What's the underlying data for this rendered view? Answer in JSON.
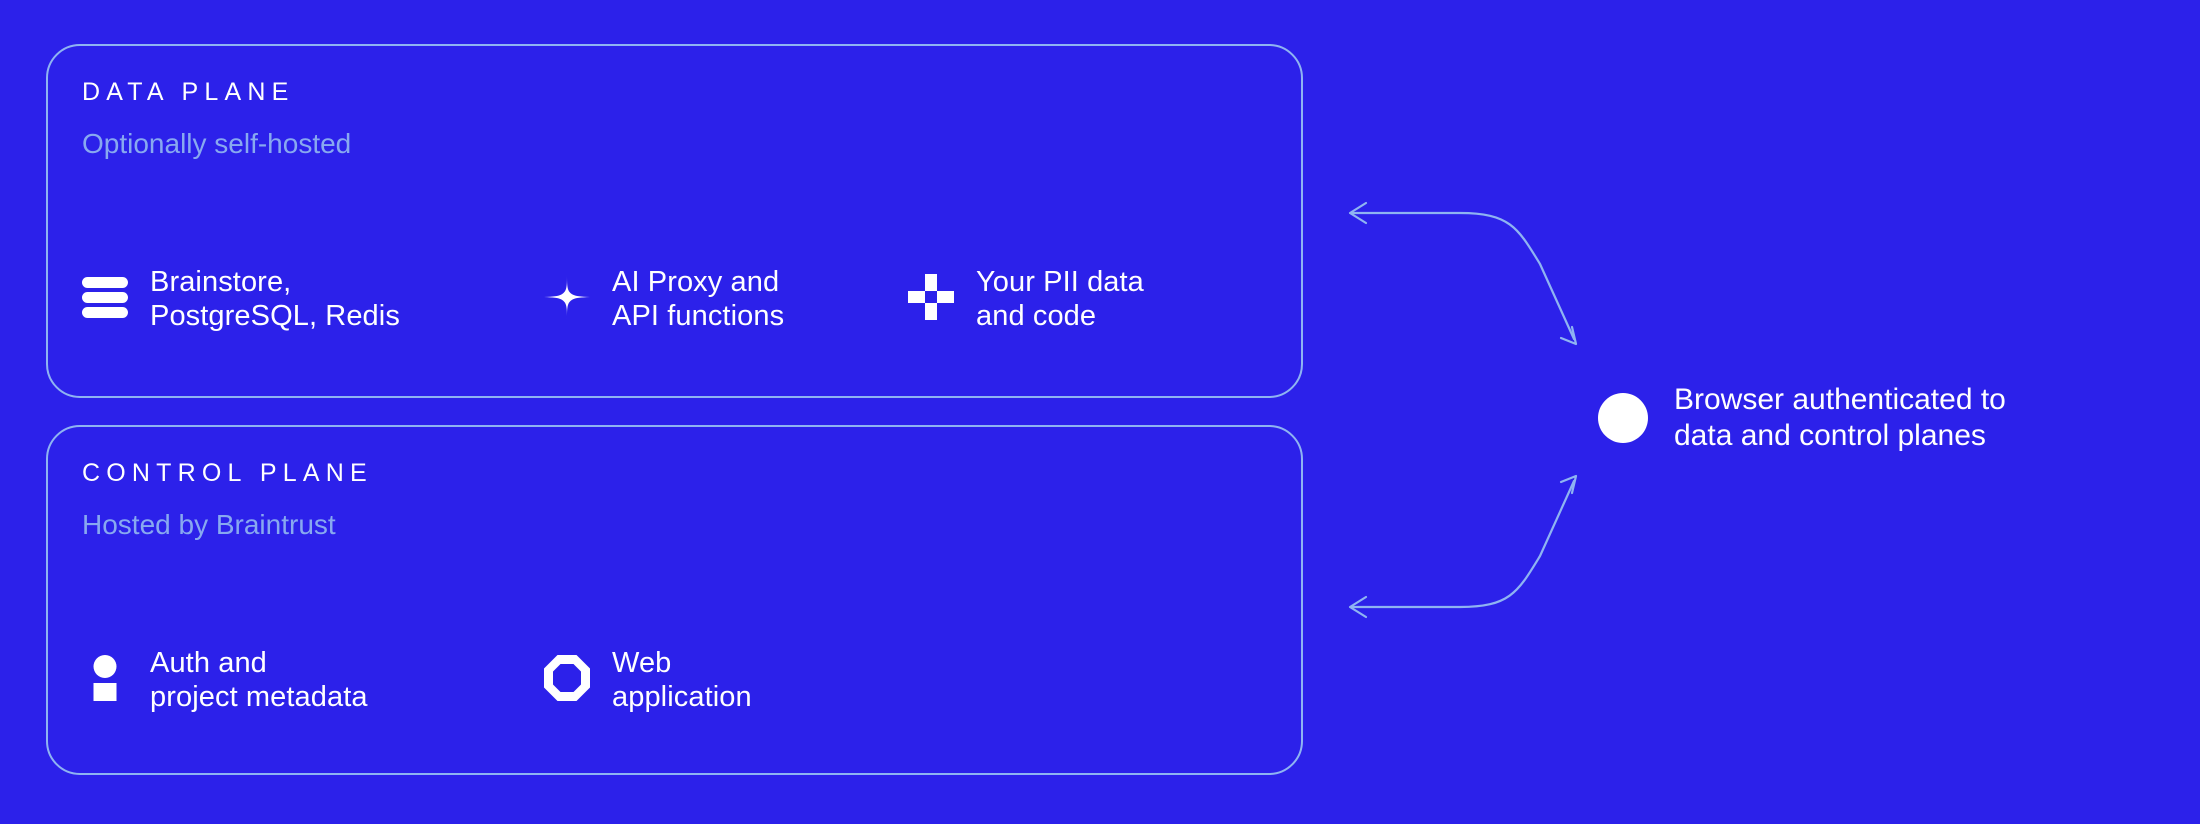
{
  "theme": {
    "background": "#2c21ea",
    "stroke": "#8fb4f2",
    "text_primary": "#ffffff",
    "text_muted": "#88a9f0",
    "icon_fill": "#ffffff"
  },
  "planes": [
    {
      "id": "data-plane",
      "heading": "DATA PLANE",
      "subtitle": "Optionally self-hosted",
      "features": [
        {
          "icon": "stack-bars-icon",
          "label": "Brainstore,\nPostgreSQL, Redis"
        },
        {
          "icon": "sparkle-icon",
          "label": "AI Proxy and\nAPI functions"
        },
        {
          "icon": "plus-cross-icon",
          "label": "Your PII data\nand code"
        }
      ]
    },
    {
      "id": "control-plane",
      "heading": "CONTROL PLANE",
      "subtitle": "Hosted by Braintrust",
      "features": [
        {
          "icon": "person-icon",
          "label": "Auth and\nproject metadata"
        },
        {
          "icon": "octagon-icon",
          "label": "Web\napplication"
        }
      ]
    }
  ],
  "browser": {
    "icon": "filled-circle-icon",
    "label": "Browser authenticated to\ndata and control planes"
  },
  "connectors": [
    {
      "id": "data-plane-connector",
      "from": "browser",
      "to": "data-plane",
      "bidirectional": true
    },
    {
      "id": "control-plane-connector",
      "from": "browser",
      "to": "control-plane",
      "bidirectional": true
    }
  ]
}
